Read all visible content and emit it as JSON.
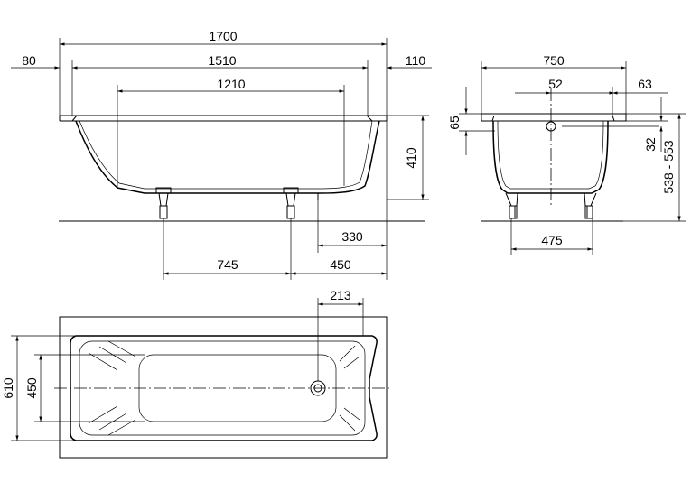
{
  "dimensions": {
    "side_total_length": "1700",
    "side_left_rim": "80",
    "side_inner_length": "1510",
    "side_right_rim": "110",
    "side_bottom_length": "1210",
    "side_depth": "410",
    "side_drain_offset": "330",
    "side_feet_spacing": "745",
    "side_foot_offset": "450",
    "end_width": "750",
    "end_drain_offset": "52",
    "end_rim_width": "63",
    "end_rim_height": "65",
    "end_drain_height": "32",
    "end_total_height": "538 - 553",
    "end_feet_width": "475",
    "plan_drain_offset": "213",
    "plan_total_width": "610",
    "plan_bottom_width": "450"
  }
}
